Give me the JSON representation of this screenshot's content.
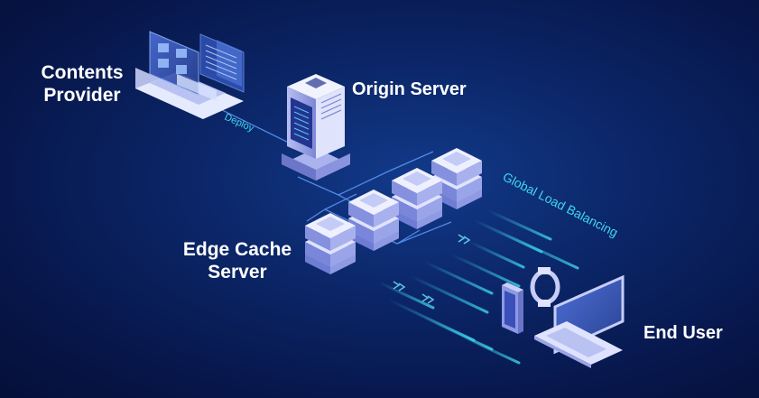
{
  "labels": {
    "contents_provider_line1": "Contents",
    "contents_provider_line2": "Provider",
    "origin_server": "Origin Server",
    "deploy": "Deploy",
    "global_load_balancing": "Global Load Balancing",
    "edge_cache_line1": "Edge Cache",
    "edge_cache_line2": "Server",
    "end_user": "End User"
  },
  "colors": {
    "background": "#0b2566",
    "accent_cyan": "#3fd6f0",
    "label_text": "#ffffff"
  },
  "icons": [
    "laptop-icon",
    "media-windows-icon",
    "server-tower-icon",
    "edge-server-stack-icon",
    "smartphone-icon",
    "smartwatch-icon",
    "laptop-user-icon"
  ]
}
